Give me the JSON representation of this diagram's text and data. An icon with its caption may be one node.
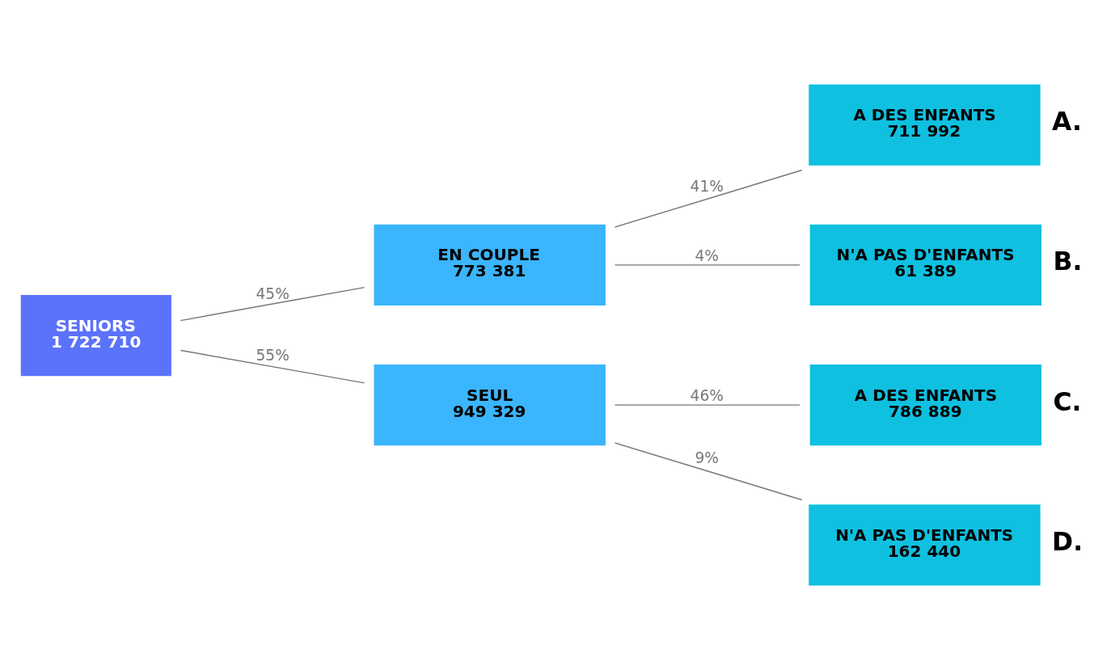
{
  "diagram": {
    "nodes": [
      {
        "text": [
          "SENIORS 1 722 710"
        ]
      },
      {
        "text": [
          "EN COUPLE 773 381"
        ]
      },
      {
        "text": [
          "SEUL 949 329"
        ]
      },
      {
        "text": [
          "A DES ENFANTS 711 992"
        ],
        "beside": [
          "A."
        ]
      },
      {
        "text": [
          "N'A PAS D'ENFANTS 61 389"
        ],
        "beside": [
          "B."
        ]
      },
      {
        "text": [
          "A DES ENFANTS 786 889"
        ],
        "beside": [
          "C."
        ]
      },
      {
        "text": [
          "N'A PAS D'ENFANTS 162 440"
        ],
        "beside": [
          "D."
        ]
      }
    ],
    "edges": [
      {
        "from": 0,
        "to": 1,
        "arrow": "none",
        "label": "45%"
      },
      {
        "from": 0,
        "to": 2,
        "arrow": "none",
        "label": "55%"
      },
      {
        "from": 1,
        "to": 3,
        "arrow": "none",
        "label": "41%"
      },
      {
        "from": 1,
        "to": 4,
        "arrow": "none",
        "label": "4%"
      },
      {
        "from": 2,
        "to": 5,
        "arrow": "none",
        "label": "46%"
      },
      {
        "from": 2,
        "to": 6,
        "arrow": "none",
        "label": "9%"
      }
    ]
  }
}
